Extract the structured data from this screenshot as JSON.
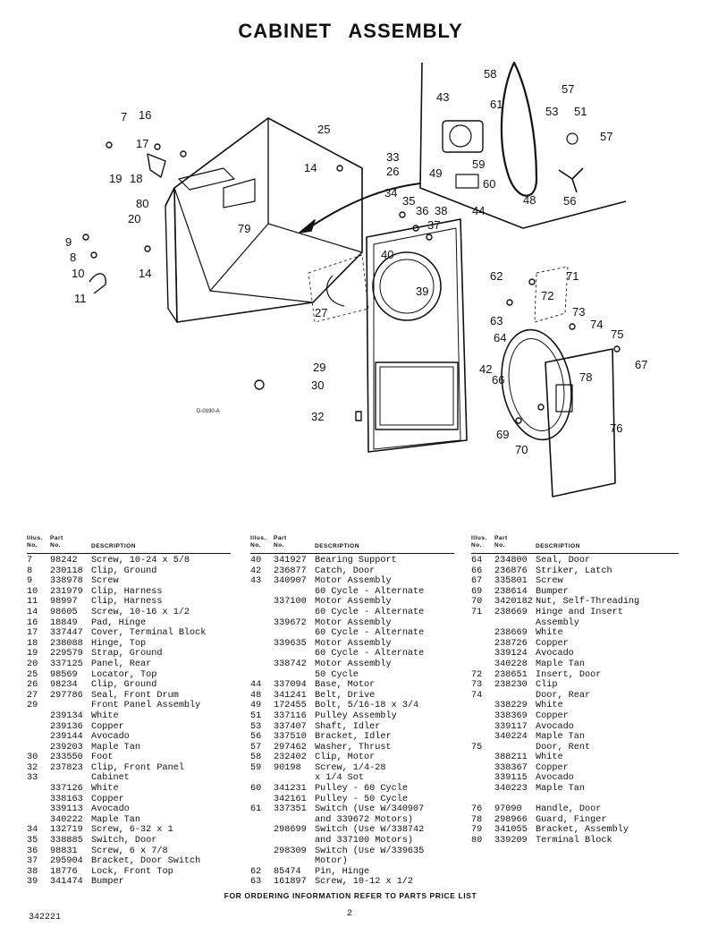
{
  "title": "CABINET ASSEMBLY",
  "diagram": {
    "drawing_code": "D-0190-A",
    "callouts": [
      "7",
      "16",
      "17",
      "19",
      "18",
      "80",
      "20",
      "9",
      "8",
      "10",
      "11",
      "14",
      "79",
      "25",
      "14",
      "33",
      "26",
      "34",
      "35",
      "36",
      "38",
      "37",
      "40",
      "39",
      "27",
      "29",
      "30",
      "32",
      "58",
      "43",
      "61",
      "57",
      "53",
      "51",
      "57",
      "49",
      "59",
      "60",
      "44",
      "48",
      "56",
      "62",
      "71",
      "72",
      "63",
      "73",
      "64",
      "74",
      "75",
      "42",
      "66",
      "78",
      "67",
      "69",
      "70",
      "76"
    ]
  },
  "parts_columns": [
    {
      "header": {
        "no": "Illus.\nNo.",
        "part": "Part\nNo.",
        "desc": "DESCRIPTION"
      },
      "rows": [
        {
          "no": "7",
          "part": "98242",
          "desc": "Screw, 10-24 x 5/8"
        },
        {
          "no": "8",
          "part": "230118",
          "desc": "Clip, Ground"
        },
        {
          "no": "9",
          "part": "338978",
          "desc": "Screw"
        },
        {
          "no": "10",
          "part": "231979",
          "desc": "Clip, Harness"
        },
        {
          "no": "11",
          "part": "98997",
          "desc": "Clip, Harness"
        },
        {
          "no": "14",
          "part": "98605",
          "desc": "Screw, 10-16 x 1/2"
        },
        {
          "no": "16",
          "part": "18849",
          "desc": "Pad, Hinge"
        },
        {
          "no": "17",
          "part": "337447",
          "desc": "Cover, Terminal Block"
        },
        {
          "no": "18",
          "part": "238088",
          "desc": "Hinge, Top"
        },
        {
          "no": "19",
          "part": "229579",
          "desc": "Strap, Ground"
        },
        {
          "no": "20",
          "part": "337125",
          "desc": "Panel, Rear"
        },
        {
          "no": "25",
          "part": "98569",
          "desc": "Locator, Top"
        },
        {
          "no": "26",
          "part": "98234",
          "desc": "Clip, Ground"
        },
        {
          "no": "27",
          "part": "297786",
          "desc": "Seal, Front Drum"
        },
        {
          "no": "29",
          "part": "",
          "desc": "Front Panel Assembly"
        },
        {
          "no": "",
          "part": "239134",
          "desc": "White"
        },
        {
          "no": "",
          "part": "239136",
          "desc": "Copper"
        },
        {
          "no": "",
          "part": "239144",
          "desc": "Avocado"
        },
        {
          "no": "",
          "part": "239203",
          "desc": "Maple Tan"
        },
        {
          "no": "30",
          "part": "233550",
          "desc": "Foot"
        },
        {
          "no": "32",
          "part": "237823",
          "desc": "Clip, Front Panel"
        },
        {
          "no": "33",
          "part": "",
          "desc": "Cabinet"
        },
        {
          "no": "",
          "part": "337126",
          "desc": "White"
        },
        {
          "no": "",
          "part": "338163",
          "desc": "Copper"
        },
        {
          "no": "",
          "part": "339113",
          "desc": "Avocado"
        },
        {
          "no": "",
          "part": "340222",
          "desc": "Maple Tan"
        },
        {
          "no": "34",
          "part": "132719",
          "desc": "Screw, 6-32 x 1"
        },
        {
          "no": "35",
          "part": "338885",
          "desc": "Switch, Door"
        },
        {
          "no": "36",
          "part": "98831",
          "desc": "Screw, 6 x 7/8"
        },
        {
          "no": "37",
          "part": "295904",
          "desc": "Bracket, Door Switch"
        },
        {
          "no": "38",
          "part": "18776",
          "desc": "Lock, Front Top"
        },
        {
          "no": "39",
          "part": "341474",
          "desc": "Bumper"
        }
      ]
    },
    {
      "header": {
        "no": "Illus.\nNo.",
        "part": "Part\nNo.",
        "desc": "DESCRIPTION"
      },
      "rows": [
        {
          "no": "40",
          "part": "341927",
          "desc": "Bearing Support"
        },
        {
          "no": "42",
          "part": "236877",
          "desc": "Catch, Door"
        },
        {
          "no": "43",
          "part": "340907",
          "desc": "Motor Assembly"
        },
        {
          "no": "",
          "part": "",
          "desc": "60 Cycle - Alternate"
        },
        {
          "no": "",
          "part": "337100",
          "desc": "Motor Assembly"
        },
        {
          "no": "",
          "part": "",
          "desc": "60 Cycle - Alternate"
        },
        {
          "no": "",
          "part": "339672",
          "desc": "Motor Assembly"
        },
        {
          "no": "",
          "part": "",
          "desc": "60 Cycle - Alternate"
        },
        {
          "no": "",
          "part": "339635",
          "desc": "Motor Assembly"
        },
        {
          "no": "",
          "part": "",
          "desc": "60 Cycle - Alternate"
        },
        {
          "no": "",
          "part": "338742",
          "desc": "Motor Assembly"
        },
        {
          "no": "",
          "part": "",
          "desc": "50 Cycle"
        },
        {
          "no": "44",
          "part": "337094",
          "desc": "Base, Motor"
        },
        {
          "no": "48",
          "part": "341241",
          "desc": "Belt, Drive"
        },
        {
          "no": "49",
          "part": "172455",
          "desc": "Bolt, 5/16-18 x 3/4"
        },
        {
          "no": "51",
          "part": "337116",
          "desc": "Pulley Assembly"
        },
        {
          "no": "53",
          "part": "337407",
          "desc": "Shaft, Idler"
        },
        {
          "no": "56",
          "part": "337510",
          "desc": "Bracket, Idler"
        },
        {
          "no": "57",
          "part": "297462",
          "desc": "Washer, Thrust"
        },
        {
          "no": "58",
          "part": "232402",
          "desc": "Clip, Motor"
        },
        {
          "no": "59",
          "part": "90198",
          "desc": "Screw, 1/4-28"
        },
        {
          "no": "",
          "part": "",
          "desc": "x 1/4 Sot"
        },
        {
          "no": "60",
          "part": "341231",
          "desc": "Pulley - 60 Cycle"
        },
        {
          "no": "",
          "part": "342161",
          "desc": "Pulley - 50 Cycle"
        },
        {
          "no": "61",
          "part": "337351",
          "desc": "Switch (Use W/340907"
        },
        {
          "no": "",
          "part": "",
          "desc": "and 339672 Motors)"
        },
        {
          "no": "",
          "part": "298699",
          "desc": "Switch (Use W/338742"
        },
        {
          "no": "",
          "part": "",
          "desc": "and 337100 Motors)"
        },
        {
          "no": "",
          "part": "298309",
          "desc": "Switch (Use W/339635"
        },
        {
          "no": "",
          "part": "",
          "desc": "Motor)"
        },
        {
          "no": "62",
          "part": "85474",
          "desc": "Pin, Hinge"
        },
        {
          "no": "63",
          "part": "161897",
          "desc": "Screw, 10-12 x 1/2"
        }
      ]
    },
    {
      "header": {
        "no": "Illus.\nNo.",
        "part": "Part\nNo.",
        "desc": "DESCRIPTION"
      },
      "rows": [
        {
          "no": "64",
          "part": "234800",
          "desc": "Seal, Door"
        },
        {
          "no": "66",
          "part": "236876",
          "desc": "Striker, Latch"
        },
        {
          "no": "67",
          "part": "335801",
          "desc": "Screw"
        },
        {
          "no": "69",
          "part": "238614",
          "desc": "Bumper"
        },
        {
          "no": "70",
          "part": "3420182",
          "desc": "Nut, Self-Threading"
        },
        {
          "no": "71",
          "part": "238669",
          "desc": "Hinge and Insert"
        },
        {
          "no": "",
          "part": "",
          "desc": "Assembly"
        },
        {
          "no": "",
          "part": "238669",
          "desc": "White"
        },
        {
          "no": "",
          "part": "238726",
          "desc": "Copper"
        },
        {
          "no": "",
          "part": "339124",
          "desc": "Avocado"
        },
        {
          "no": "",
          "part": "340228",
          "desc": "Maple Tan"
        },
        {
          "no": "72",
          "part": "238651",
          "desc": "Insert, Door"
        },
        {
          "no": "73",
          "part": "238230",
          "desc": "Clip"
        },
        {
          "no": "74",
          "part": "",
          "desc": "Door, Rear"
        },
        {
          "no": "",
          "part": "338229",
          "desc": "White"
        },
        {
          "no": "",
          "part": "338369",
          "desc": "Copper"
        },
        {
          "no": "",
          "part": "339117",
          "desc": "Avocado"
        },
        {
          "no": "",
          "part": "340224",
          "desc": "Maple Tan"
        },
        {
          "no": "75",
          "part": "",
          "desc": "Door, Rent"
        },
        {
          "no": "",
          "part": "388211",
          "desc": "White"
        },
        {
          "no": "",
          "part": "338367",
          "desc": "Copper"
        },
        {
          "no": "",
          "part": "339115",
          "desc": "Avocado"
        },
        {
          "no": "",
          "part": "340223",
          "desc": "Maple Tan"
        },
        {
          "no": "",
          "part": "",
          "desc": ""
        },
        {
          "no": "76",
          "part": "97090",
          "desc": "Handle, Door"
        },
        {
          "no": "78",
          "part": "298966",
          "desc": "Guard, Finger"
        },
        {
          "no": "79",
          "part": "341055",
          "desc": "Bracket, Assembly"
        },
        {
          "no": "80",
          "part": "339209",
          "desc": "Terminal Block"
        }
      ]
    }
  ],
  "footer_note": "FOR ORDERING INFORMATION REFER TO PARTS PRICE LIST",
  "doc_number": "342221",
  "page_number": "2"
}
